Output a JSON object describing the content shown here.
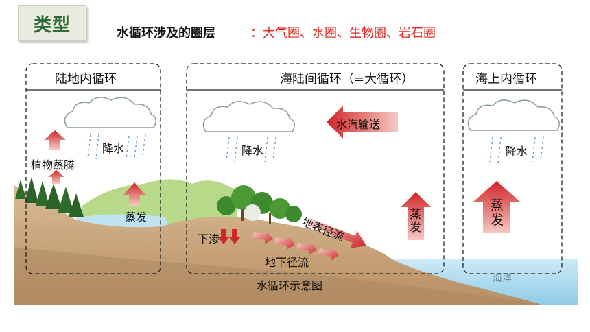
{
  "header": {
    "badge": "类型",
    "title": "水循环涉及的圈层",
    "value": "：大气圈、水圈、生物圈、岩石圈"
  },
  "boxes": {
    "land": "陆地内循环",
    "sea_land": "海陆间循环（=大循环）",
    "ocean": "海上内循环"
  },
  "labels": {
    "rain": "降水",
    "transpiration": "植物蒸腾",
    "evaporation": "蒸发",
    "vapor_transport": "水汽输送",
    "infiltration": "下渗",
    "surface_runoff": "地表径流",
    "groundwater_runoff": "地下径流",
    "ocean": "海洋",
    "caption": "水循环示意图"
  },
  "colors": {
    "badge_text": "#2e6a3a",
    "highlight": "#e0261c",
    "arrow": "#d0262a",
    "sea": "#bfe3f2",
    "soil": "#cfae88"
  }
}
